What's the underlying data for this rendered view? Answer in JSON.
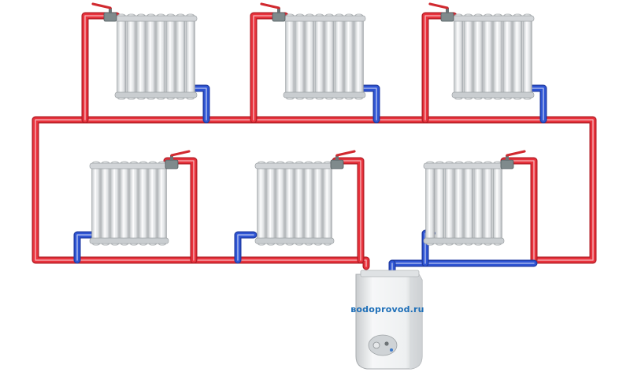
{
  "diagram": {
    "colors": {
      "supply_pipe": "#e8323c",
      "return_pipe": "#2f55d4",
      "radiator_body": "#e2e4e6",
      "valve": "#7f8a8c",
      "valve_handle": "#d1292f",
      "boiler_body": "#f0f1f2"
    },
    "radiators": [
      {
        "row": "top",
        "index": 1
      },
      {
        "row": "top",
        "index": 2
      },
      {
        "row": "top",
        "index": 3
      },
      {
        "row": "bottom",
        "index": 1
      },
      {
        "row": "bottom",
        "index": 2
      },
      {
        "row": "bottom",
        "index": 3
      }
    ],
    "boiler": {
      "brand_text": "вodoprovod.ru",
      "icon": "gas-boiler-icon"
    }
  }
}
